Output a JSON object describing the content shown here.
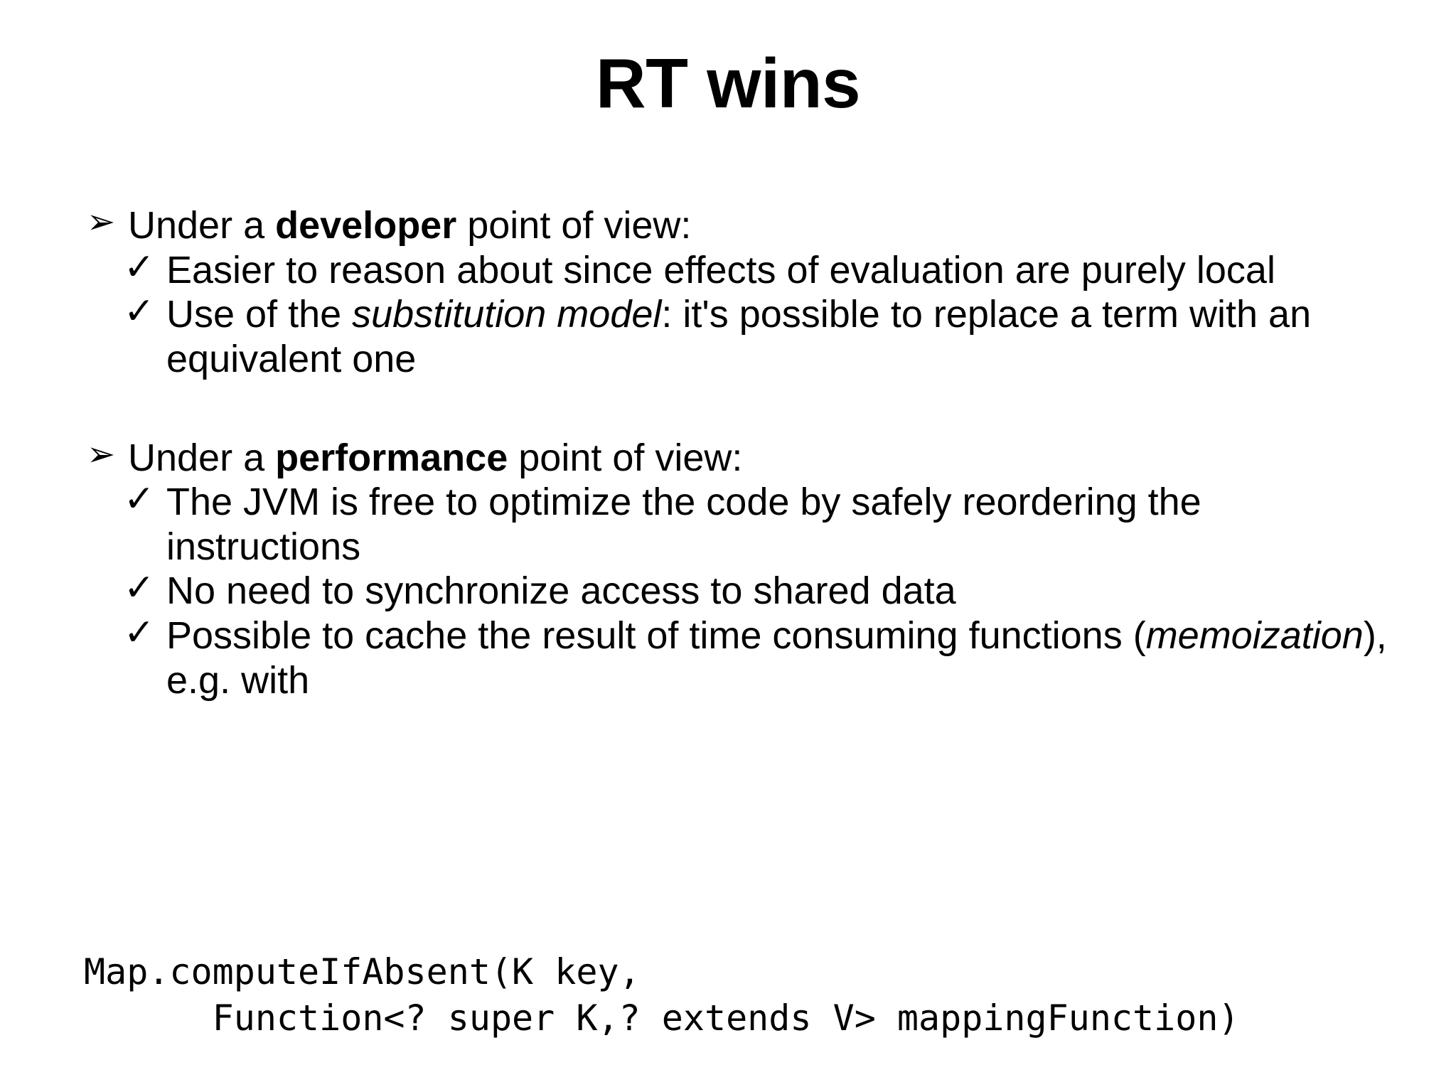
{
  "slide": {
    "title": "RT wins",
    "markers": {
      "level1": "➢",
      "level2": "✓"
    },
    "sections": [
      {
        "heading_prefix": "Under a ",
        "heading_bold": "developer",
        "heading_suffix": " point of view:",
        "items": [
          {
            "parts": [
              {
                "text": "Easier to reason about since effects of evaluation are purely local",
                "style": "normal"
              }
            ]
          },
          {
            "parts": [
              {
                "text": "Use of the ",
                "style": "normal"
              },
              {
                "text": "substitution model",
                "style": "italic"
              },
              {
                "text": ": it's possible to replace a term with an equivalent one",
                "style": "normal"
              }
            ]
          }
        ]
      },
      {
        "heading_prefix": "Under a ",
        "heading_bold": "performance",
        "heading_suffix": " point of view:",
        "items": [
          {
            "parts": [
              {
                "text": "The JVM is free to optimize the code by safely reordering the instructions",
                "style": "normal"
              }
            ]
          },
          {
            "parts": [
              {
                "text": "No need to synchronize access to shared data",
                "style": "normal"
              }
            ]
          },
          {
            "parts": [
              {
                "text": "Possible to cache the result of time consuming functions (",
                "style": "normal"
              },
              {
                "text": "memoization",
                "style": "italic"
              },
              {
                "text": "), e.g. with",
                "style": "normal"
              }
            ]
          }
        ]
      }
    ],
    "code": "Map.computeIfAbsent(K key,\n      Function<? super K,? extends V> mappingFunction)",
    "colors": {
      "background": "#ffffff",
      "text": "#000000"
    }
  },
  "text": {
    "s0_heading_prefix": "Under a ",
    "s0_heading_bold": "developer",
    "s0_heading_suffix": " point of view:",
    "s0_i0": "Easier to reason about since effects of evaluation are purely local",
    "s0_i1_a": "Use of the ",
    "s0_i1_b": "substitution model",
    "s0_i1_c": ": it's possible to replace a term with an equivalent one",
    "s1_heading_prefix": "Under a ",
    "s1_heading_bold": "performance",
    "s1_heading_suffix": " point of view:",
    "s1_i0": "The JVM is free to optimize the code by safely reordering the instructions",
    "s1_i1": "No need to synchronize access to shared data",
    "s1_i2_a": "Possible to cache the result of time consuming functions (",
    "s1_i2_b": "memoization",
    "s1_i2_c": "), e.g. with"
  }
}
